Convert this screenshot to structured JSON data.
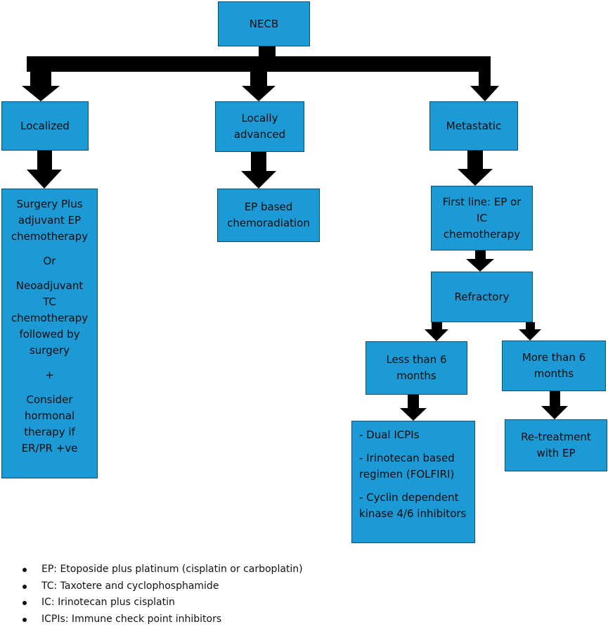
{
  "nodes": {
    "root": "NECB",
    "localized": "Localized",
    "locally_advanced": "Locally advanced",
    "metastatic": "Metastatic",
    "localized_treatment": [
      "Surgery Plus adjuvant EP chemotherapy",
      "Or",
      "Neoadjuvant TC chemotherapy followed by surgery",
      "+",
      "Consider hormonal therapy if ER/PR +ve"
    ],
    "locally_advanced_treatment": "EP based chemoradiation",
    "first_line": "First line: EP or IC chemotherapy",
    "refractory": "Refractory",
    "less_than_6": "Less than 6 months",
    "more_than_6": "More than 6 months",
    "less_than_6_options": [
      "- Dual ICPIs",
      "- Irinotecan based regimen (FOLFIRI)",
      "- Cyclin dependent kinase 4/6 inhibitors"
    ],
    "more_than_6_option": "Re-treatment with EP"
  },
  "legend": [
    "EP: Etoposide plus platinum (cisplatin or carboplatin)",
    "TC: Taxotere and cyclophosphamide",
    "IC: Irinotecan plus cisplatin",
    "ICPIs: Immune check point inhibitors"
  ],
  "colors": {
    "box_fill": "#1b9ad6",
    "box_border": "#0d4f73",
    "arrow": "#000000"
  }
}
